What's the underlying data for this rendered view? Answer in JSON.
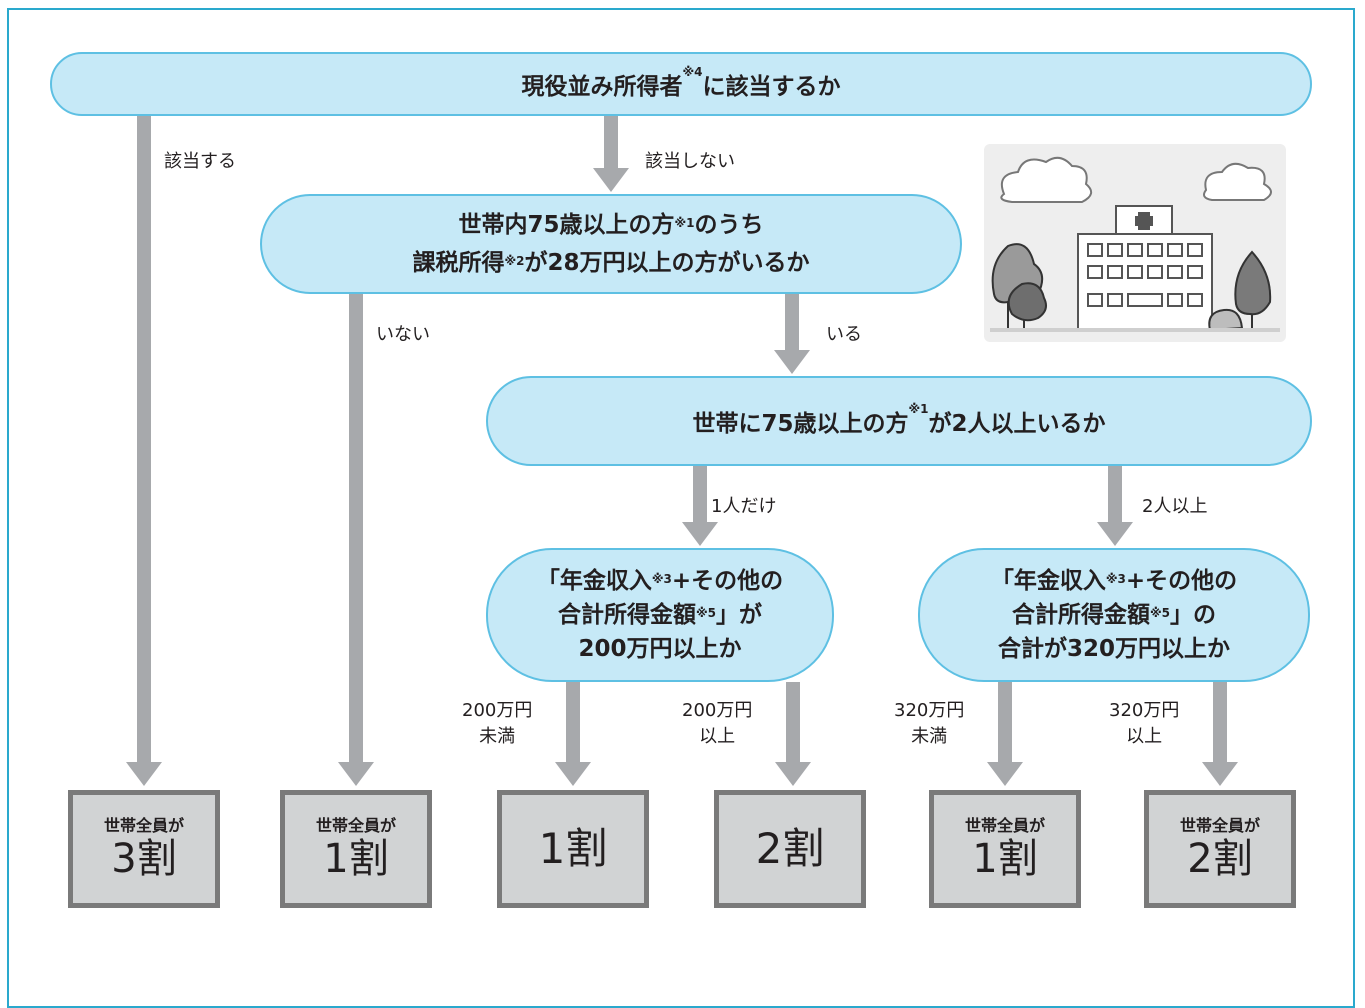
{
  "nodes": {
    "q1": {
      "text": "現役並み所得者",
      "sup": "※4",
      "tail": "に該当するか"
    },
    "q2": {
      "line1_a": "世帯内75歳以上の方",
      "line1_sup": "※1",
      "line1_b": "のうち",
      "line2_a": "課税所得",
      "line2_sup": "※2",
      "line2_b": "が28万円以上の方がいるか"
    },
    "q3": {
      "text_a": "世帯に75歳以上の方",
      "sup": "※1",
      "text_b": "が2人以上いるか"
    },
    "q4": {
      "line1_a": "「年金収入",
      "line1_sup": "※3",
      "line1_b": "+その他の",
      "line2_a": "合計所得金額",
      "line2_sup": "※5",
      "line2_b": "」が",
      "line3": "200万円以上か"
    },
    "q5": {
      "line1_a": "「年金収入",
      "line1_sup": "※3",
      "line1_b": "+その他の",
      "line2_a": "合計所得金額",
      "line2_sup": "※5",
      "line2_b": "」の",
      "line3": "合計が320万円以上か"
    }
  },
  "edge_labels": {
    "gaitou_suru": "該当する",
    "gaitou_shinai": "該当しない",
    "inai": "いない",
    "iru": "いる",
    "hitori_dake": "1人だけ",
    "futari_ijou": "2人以上",
    "e200_miman_1": "200万円",
    "e200_miman_2": "未満",
    "e200_ijou_1": "200万円",
    "e200_ijou_2": "以上",
    "e320_miman_1": "320万円",
    "e320_miman_2": "未満",
    "e320_ijou_1": "320万円",
    "e320_ijou_2": "以上"
  },
  "results": [
    {
      "sub": "世帯全員が",
      "main": "3割"
    },
    {
      "sub": "世帯全員が",
      "main": "1割"
    },
    {
      "sub": "",
      "main": "1割"
    },
    {
      "sub": "",
      "main": "2割"
    },
    {
      "sub": "世帯全員が",
      "main": "1割"
    },
    {
      "sub": "世帯全員が",
      "main": "2割"
    }
  ],
  "colors": {
    "frame": "#2aa9cd",
    "node_fill": "#c6e9f7",
    "node_border": "#5ec0e3",
    "arrow": "#a7a9ac",
    "result_fill": "#d1d3d4",
    "result_border": "#7a7a7a"
  },
  "illustration": {
    "icon": "hospital-illustration-icon"
  }
}
